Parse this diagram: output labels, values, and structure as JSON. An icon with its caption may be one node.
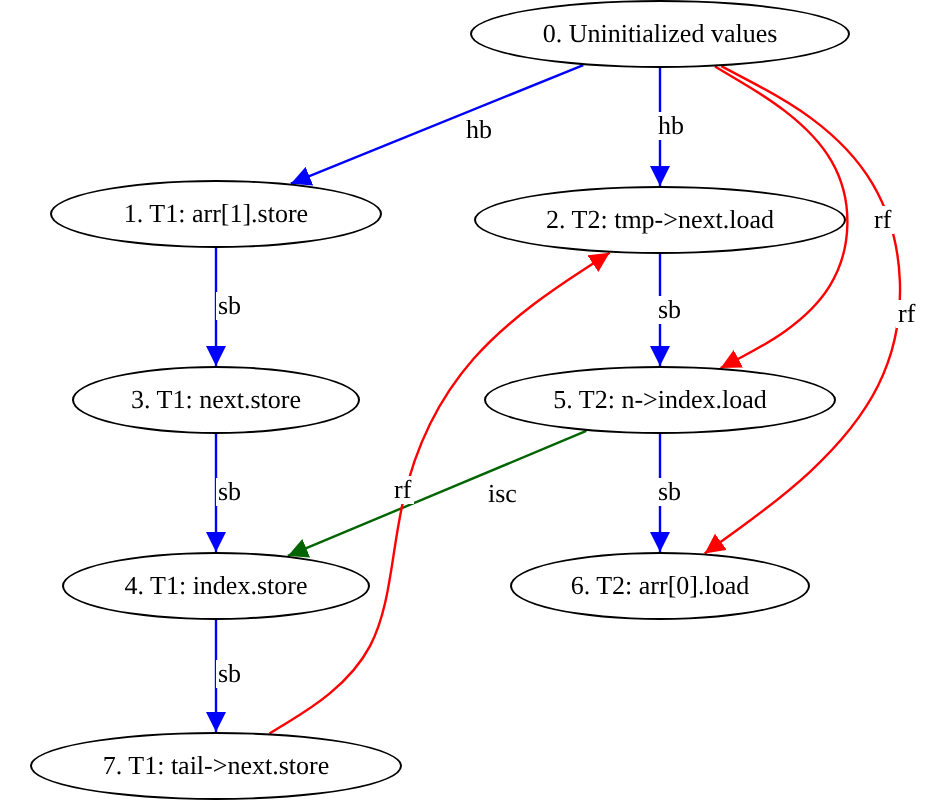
{
  "diagram": {
    "nodes": [
      {
        "text": [
          "0. Uninitialized values"
        ]
      },
      {
        "text": [
          "1. T1: arr[1].store"
        ]
      },
      {
        "text": [
          "2. T2: tmp->next.load"
        ]
      },
      {
        "text": [
          "3. T1: next.store"
        ]
      },
      {
        "text": [
          "4. T1: index.store"
        ]
      },
      {
        "text": [
          "5. T2: n->index.load"
        ]
      },
      {
        "text": [
          "6. T2: arr[0].load"
        ]
      },
      {
        "text": [
          "7. T1: tail->next.store"
        ]
      }
    ],
    "edges": [
      {
        "from": 0,
        "to": 1,
        "arrow": "to",
        "label": "hb"
      },
      {
        "from": 0,
        "to": 2,
        "arrow": "to",
        "label": "hb"
      },
      {
        "from": 0,
        "to": 5,
        "arrow": "to",
        "label": "rf",
        "color": "#ff0000"
      },
      {
        "from": 0,
        "to": 6,
        "arrow": "to",
        "label": "rf",
        "color": "#ff0000"
      },
      {
        "from": 1,
        "to": 3,
        "arrow": "to",
        "label": "sb"
      },
      {
        "from": 2,
        "to": 5,
        "arrow": "to",
        "label": "sb"
      },
      {
        "from": 3,
        "to": 4,
        "arrow": "to",
        "label": "sb"
      },
      {
        "from": 5,
        "to": 4,
        "arrow": "to",
        "label": "isc",
        "color": "#006400"
      },
      {
        "from": 5,
        "to": 6,
        "arrow": "to",
        "label": "sb"
      },
      {
        "from": 4,
        "to": 7,
        "arrow": "to",
        "label": "sb"
      },
      {
        "from": 7,
        "to": 2,
        "arrow": "to",
        "label": "rf",
        "color": "#ff0000"
      }
    ]
  }
}
